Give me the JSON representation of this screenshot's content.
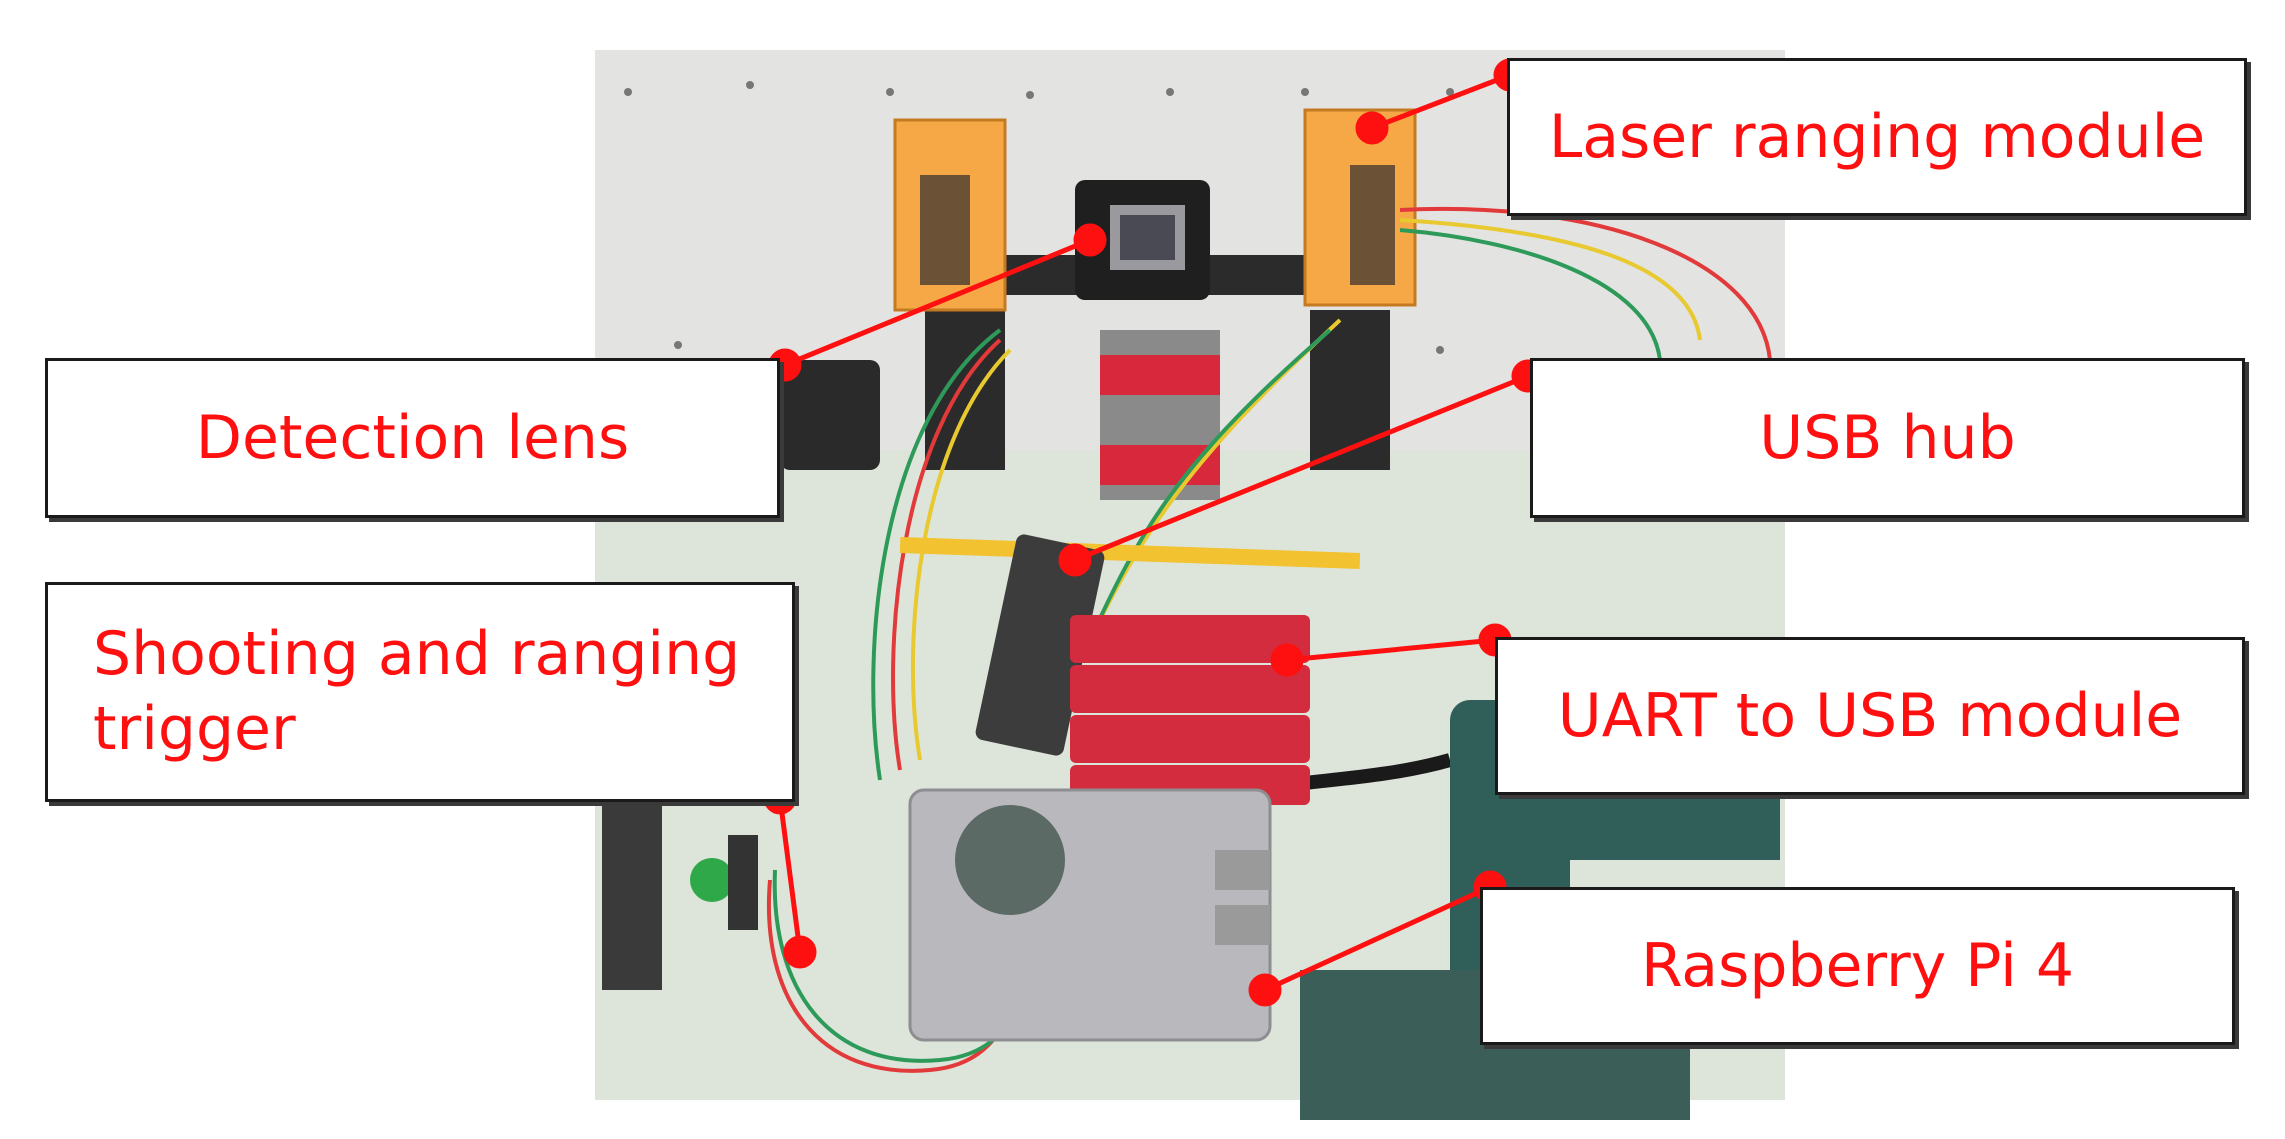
{
  "figure": {
    "labels": {
      "laser_ranging_module": "Laser ranging module",
      "detection_lens": "Detection lens",
      "usb_hub": "USB hub",
      "shooting_trigger_line1": "Shooting and ranging",
      "shooting_trigger_line2": "trigger",
      "uart_to_usb_module": "UART to USB module",
      "raspberry_pi_4": "Raspberry Pi 4"
    },
    "colors": {
      "label_text": "#ff1010",
      "leader_line": "#ff1010",
      "box_border": "#1a1a1a",
      "wall": "#e2e2e2",
      "table": "#dfe6dc",
      "orange_mount": "#f5a845",
      "red_tape": "#d8283c",
      "pi_case": "#b8b8bc",
      "dark_teal": "#2f5f58"
    }
  }
}
